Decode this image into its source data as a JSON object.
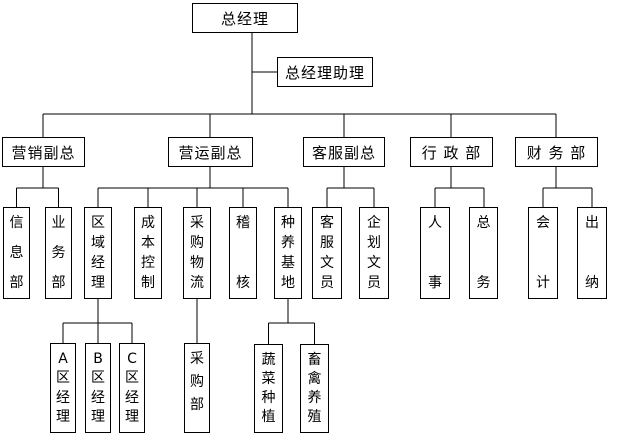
{
  "org": {
    "root": "总经理",
    "assistant": "总经理助理",
    "level2": [
      "营销副总",
      "营运副总",
      "客服副总",
      "行 政 部",
      "财 务 部"
    ],
    "level3": [
      "信息部",
      "业务部",
      "区域经理",
      "成本控制",
      "采购物流",
      "稽核",
      "种养基地",
      "客服文员",
      "企划文员",
      "人事",
      "总务",
      "会计",
      "出纳"
    ],
    "level4": [
      "A区经理",
      "B区经理",
      "C区经理",
      "采购部",
      "蔬菜种植",
      "畜禽养殖"
    ],
    "line_color": "#000000",
    "background_color": "#ffffff"
  }
}
